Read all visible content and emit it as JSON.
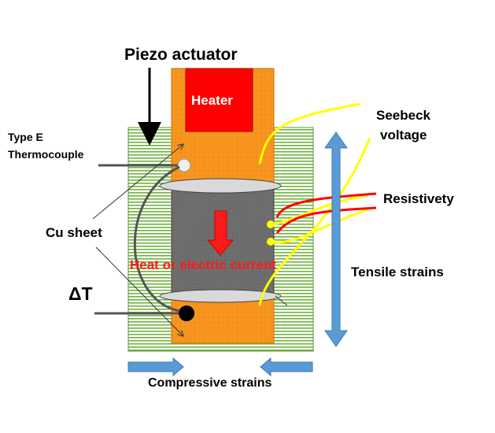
{
  "labels": {
    "piezo_actuator": "Piezo actuator",
    "heater": "Heater",
    "seebeck_line1": "Seebeck",
    "seebeck_line2": "voltage",
    "type_e_line1": "Type E",
    "type_e_line2": "Thermocouple",
    "resistivety": "Resistivety",
    "cu_sheet": "Cu sheet",
    "heat_current": "Heat  or electric  current",
    "tensile_strains": "Tensile  strains",
    "delta_t": "ΔT",
    "compressive_strains": "Compressive strains"
  },
  "colors": {
    "green_stripe": "#70b33e",
    "orange": "#f7941d",
    "heater_red": "#ff0000",
    "sample_gray": "#6d6d6d",
    "arrow_blue": "#5b9bd5",
    "wire_yellow": "#ffff00",
    "wire_red": "#ff0000"
  }
}
